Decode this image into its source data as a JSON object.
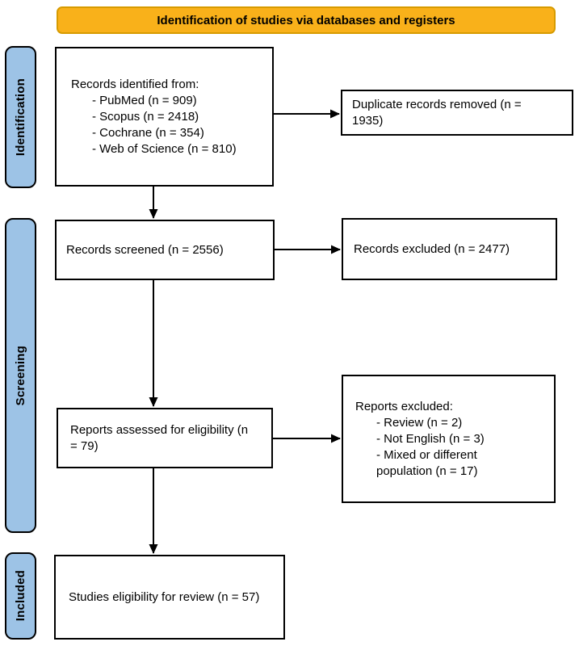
{
  "banner": {
    "title": "Identification of studies via databases and registers"
  },
  "stages": [
    {
      "label": "Identification"
    },
    {
      "label": "Screening"
    },
    {
      "label": "Included"
    }
  ],
  "boxes": {
    "identified": {
      "lines": [
        "Records identified from:",
        "- PubMed (n = 909)",
        "- Scopus (n = 2418)",
        "- Cochrane (n = 354)",
        "- Web of Science (n = 810)"
      ]
    },
    "duplicates": {
      "text": "Duplicate records removed (n = 1935)"
    },
    "screened": {
      "text": "Records screened (n = 2556)"
    },
    "excluded": {
      "text": "Records excluded (n = 2477)"
    },
    "assessed": {
      "text": "Reports assessed for eligibility (n = 79)"
    },
    "reports_excluded": {
      "lines": [
        "Reports excluded:",
        "- Review (n = 2)",
        "- Not English (n = 3)",
        "- Mixed or different",
        "population (n = 17)"
      ]
    },
    "included": {
      "text": "Studies eligibility for review (n = 57)"
    }
  },
  "colors": {
    "banner_fill": "#F9B11A",
    "banner_border": "#D79B00",
    "stage_fill": "#9DC3E6",
    "box_border": "#000000"
  }
}
